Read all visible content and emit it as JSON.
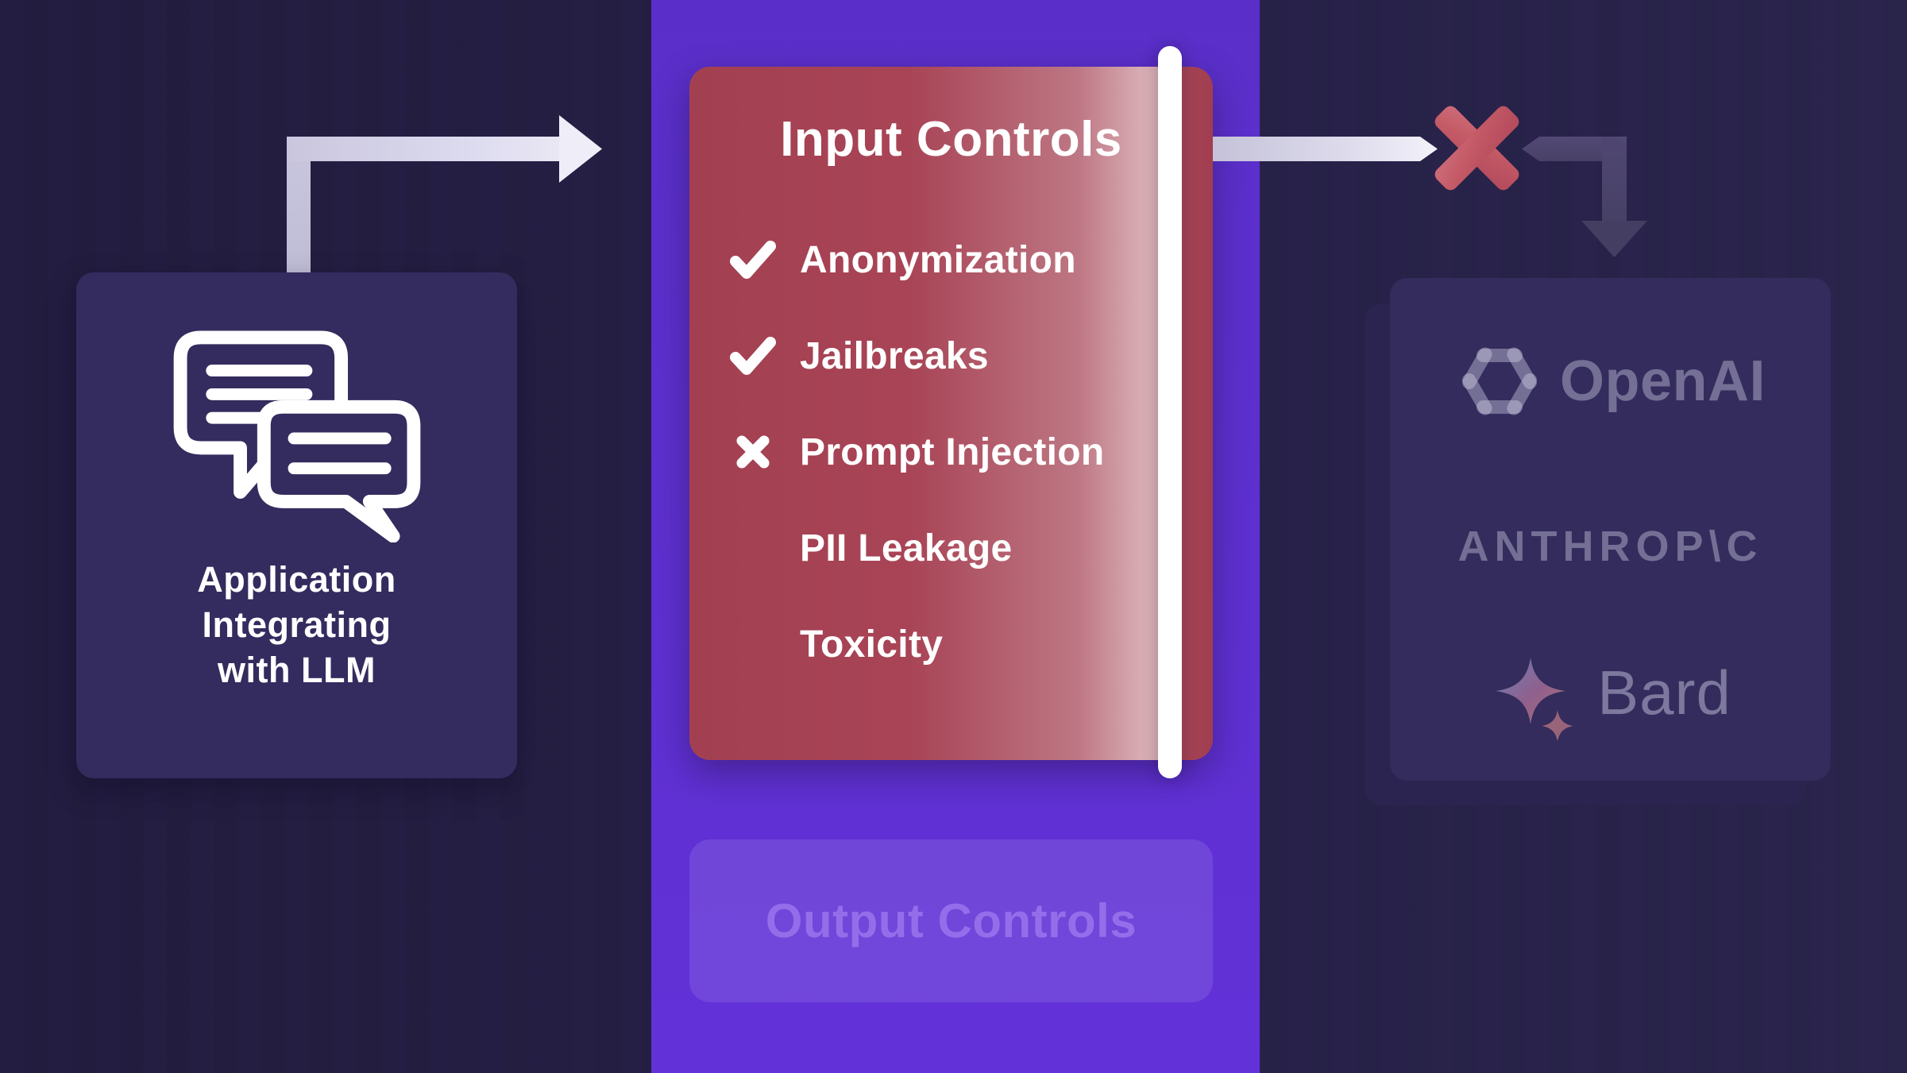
{
  "app_box": {
    "icon": "chat-bubbles-icon",
    "lines": [
      "Application",
      "Integrating",
      "with LLM"
    ]
  },
  "input_controls": {
    "title": "Input Controls",
    "items": [
      {
        "label": "Anonymization",
        "status": "pass"
      },
      {
        "label": "Jailbreaks",
        "status": "pass"
      },
      {
        "label": "Prompt Injection",
        "status": "fail"
      },
      {
        "label": "PII Leakage",
        "status": "none"
      },
      {
        "label": "Toxicity",
        "status": "none"
      }
    ]
  },
  "output_controls": {
    "title": "Output Controls"
  },
  "providers": {
    "items": [
      {
        "name": "OpenAI",
        "icon": "openai-logo-icon"
      },
      {
        "name": "ANTHROP\\C",
        "icon": "anthropic-wordmark"
      },
      {
        "name": "Bard",
        "icon": "bard-sparkle-icon"
      }
    ]
  },
  "flow": {
    "blocked_marker": "x-blocked-icon"
  },
  "colors": {
    "background": "#241e43",
    "purple_band": "#5e30d0",
    "panel_red": "#a84456",
    "panel_red_highlight": "#dcb3b9",
    "white_bar": "#ffffff",
    "arrow_light": "#d6d4e6",
    "arrow_dark": "#4b446e",
    "blocked_x": "#c05260",
    "card_indigo": "#342c5f",
    "muted_logo": "#8d89ad",
    "output_text": "#9671eb"
  }
}
